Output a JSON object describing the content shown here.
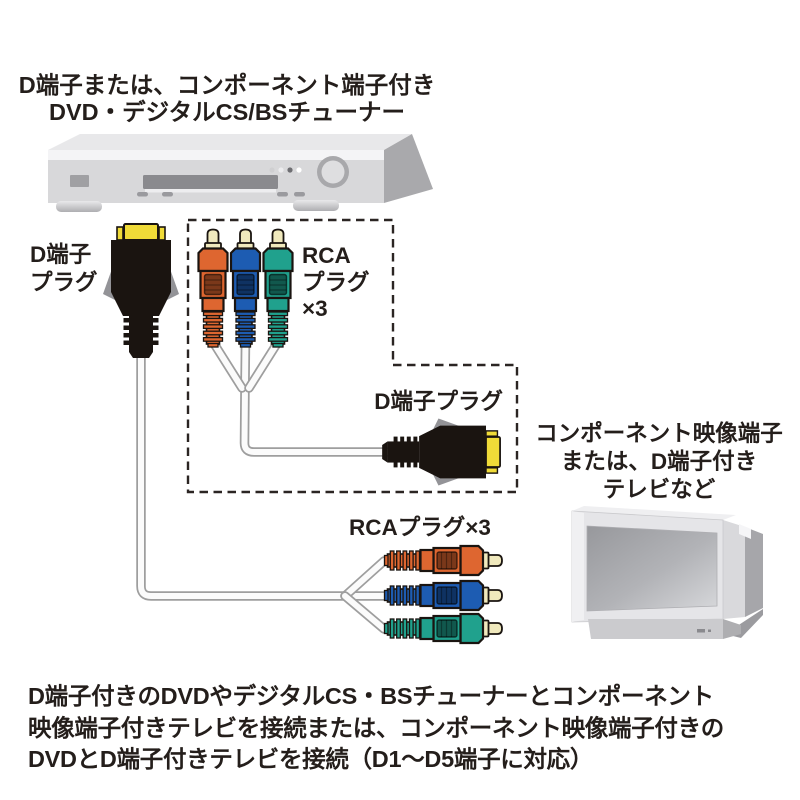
{
  "header": {
    "line1": "D端子または、コンポーネント端子付き",
    "line2": "DVD・デジタルCS/BSチューナー"
  },
  "labels": {
    "d_plug_left": {
      "line1": "D端子",
      "line2": "プラグ"
    },
    "rca_box": {
      "line1": "RCA",
      "line2": "プラグ",
      "line3": "×3"
    },
    "d_plug_mid": "D端子プラグ",
    "tv": {
      "line1": "コンポーネント映像端子",
      "line2": "または、D端子付き",
      "line3": "テレビなど"
    },
    "rca_row": "RCAプラグ×3"
  },
  "caption": {
    "line1": "D端子付きのDVDやデジタルCS・BSチューナーとコンポーネント",
    "line2": "映像端子付きテレビを接続または、コンポーネント映像端子付きの",
    "line3": "DVDとD端子付きテレビを接続（D1～D5端子に対応）"
  },
  "colors": {
    "rca_orange": "#DE6630",
    "rca_blue": "#1D5CB2",
    "rca_green": "#20A18D",
    "d_plug_yellow": "#F0DB38",
    "plug_black": "#1A1410",
    "plug_tip_cream": "#F0E9BD",
    "cable_fill": "#FBFBFB",
    "cable_outline": "#9E9E9E",
    "dashed_border": "#2B2523",
    "text": "#241E1B",
    "device_gray": "#D8D8DA"
  }
}
